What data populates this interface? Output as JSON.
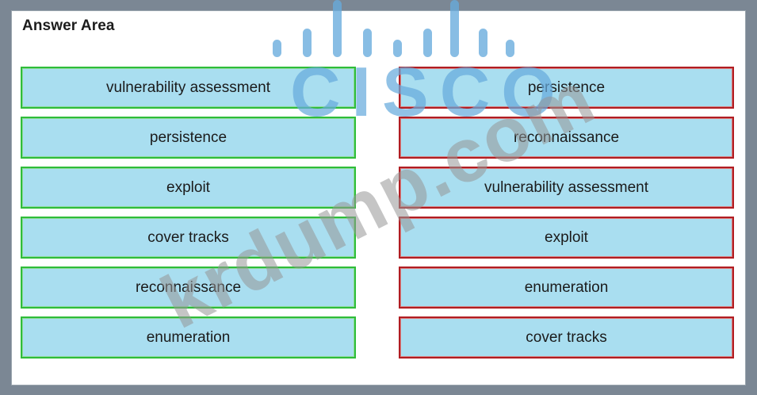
{
  "panel": {
    "title": "Answer Area"
  },
  "left_column": {
    "items": [
      "vulnerability assessment",
      "persistence",
      "exploit",
      "cover tracks",
      "reconnaissance",
      "enumeration"
    ]
  },
  "right_column": {
    "items": [
      "persistence",
      "reconnaissance",
      "vulnerability assessment",
      "exploit",
      "enumeration",
      "cover tracks"
    ]
  },
  "watermark": {
    "logo_text": "CISCO",
    "site_text": "krdump.com"
  },
  "colors": {
    "tile_fill": "#a9def0",
    "left_border": "#2ebd3a",
    "right_border": "#b11d22",
    "frame": "#7b8794"
  }
}
